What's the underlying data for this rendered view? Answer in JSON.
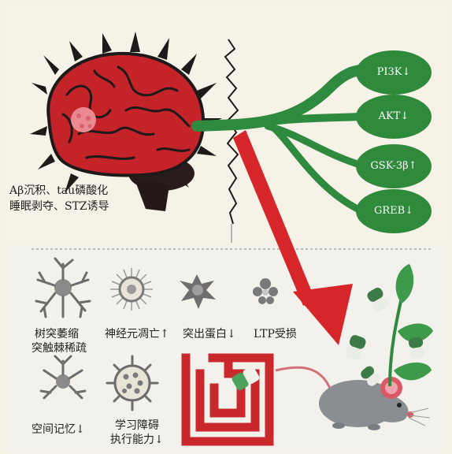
{
  "brain": {
    "caption_line1": "Aβ沉积、tau磷酸化",
    "caption_line2": "睡眠剥夺、STZ诱导"
  },
  "pathway": {
    "markers": [
      {
        "label": "PI3K↓"
      },
      {
        "label": "AKT↓"
      },
      {
        "label": "GSK-3β↑"
      },
      {
        "label": "GREB↓"
      }
    ],
    "colors": {
      "leaf": "#2f8a3c",
      "stem": "#2d8a3e",
      "arrow": "#d6262a"
    }
  },
  "effects": {
    "items": [
      {
        "label": "树突萎缩",
        "label2": "突触棘稀疏",
        "icon": "neuron-dendrite-icon"
      },
      {
        "label": "神经元凋亡↑",
        "icon": "neuron-apoptosis-icon"
      },
      {
        "label": "突出蛋白↓",
        "icon": "synapse-protein-icon"
      },
      {
        "label": "LTP受损",
        "icon": "ltp-cell-icon"
      },
      {
        "label": "空间记忆↓",
        "icon": "neuron-small-icon"
      },
      {
        "label": "学习障碍",
        "label2": "执行能力↓",
        "icon": "cell-vesicle-icon"
      }
    ]
  },
  "colors": {
    "background": "#f6f1e6",
    "brain": "#c4232a",
    "dark": "#1e1a1a",
    "maze": "#c8272c",
    "mouse": "#8a8d91"
  }
}
